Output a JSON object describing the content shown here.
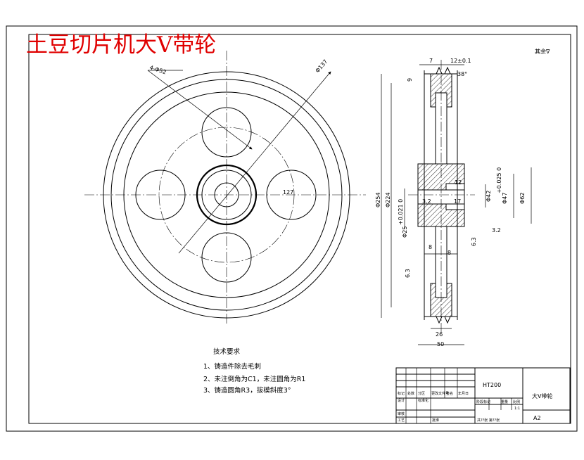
{
  "drawing_title": "土豆切片机大V带轮",
  "roughness_symbol": "其余∇",
  "dimensions": {
    "holes": "4-Φ52",
    "pcd": "Φ137",
    "pcd_short": "127",
    "top_7": "7",
    "groove_pitch": "12±0.1",
    "angle": "38°",
    "depth_9": "9",
    "outer_254": "Φ254",
    "dia_224": "Φ224",
    "bore_25": "Φ25",
    "bore_25_tol": "+0.021 0",
    "bore_42": "Φ42",
    "bore_47": "Φ47",
    "bore_47_tol": "+0.025 0",
    "hub_62": "Φ62",
    "r_12": "12",
    "r_17": "17",
    "ra_32a": "3.2",
    "ra_32b": "3.2",
    "ra_63a": "6.3",
    "ra_63b": "6.3",
    "w_8a": "8",
    "w_8b": "8",
    "w_26": "26",
    "w_50": "50"
  },
  "notes": {
    "heading": "技术要求",
    "items": [
      "1、铸造件除去毛刺",
      "2、未注倒角为C1，未注圆角为R1",
      "3、铸造圆角R3，拔模斜度3°"
    ]
  },
  "title_block": {
    "material": "HT200",
    "part_name": "大V带轮",
    "sheet_size": "A2",
    "scale": "1:1",
    "drawing_no": "共??张 第??张",
    "small_labels": [
      "标记",
      "处数",
      "分区",
      "更改文件号",
      "签名",
      "年月日",
      "设计",
      "标准化",
      "阶段标记",
      "重量",
      "比例",
      "审核",
      "工艺",
      "批准"
    ]
  }
}
